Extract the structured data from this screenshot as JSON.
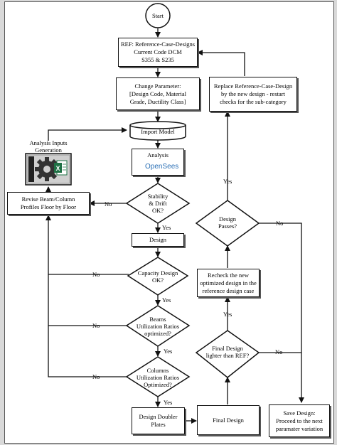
{
  "nodes": {
    "start": "Start",
    "ref": "REF: Reference-Case-Designs\nCurrent Code DCM\nS355 & S235",
    "change_param": "Change Parameter:\n[Design Code, Material\nGrade, Ductility Class]",
    "import_model": "Import Model",
    "analysis": "Analysis",
    "opensees": "OpenSees",
    "analysis_inputs": "Analysis Inputs\nGeneration",
    "stability": "Stability\n& Drift\nOK?",
    "revise": "Revise Beam/Column\nProfiles Floor by Floor",
    "design": "Design",
    "capacity": "Capacity Design\nOK?",
    "beams": "Beams\nUtilization Ratios\noptimized?",
    "columns": "Columns\nUtilization Ratios\nOptimized?",
    "doubler": "Design Doubler\nPlates",
    "final_design": "Final Design",
    "lighter": "Final Design\nlighter than REF?",
    "recheck": "Recheck the new\noptimized design in the\nreference design case",
    "passes": "Design\nPasses?",
    "replace": "Replace Reference-Case-Design\nby the new design - restart\nchecks for the sub-category",
    "save": "Save Design:\nProceed to the next\nparamater variation"
  },
  "labels": {
    "yes": "Yes",
    "no": "No"
  },
  "colors": {
    "line": "#111111",
    "excel_green": "#1e7145",
    "opensees_blue": "#2a6fb5"
  },
  "icons": [
    "gear-icon",
    "excel-icon",
    "opensees-logo"
  ]
}
